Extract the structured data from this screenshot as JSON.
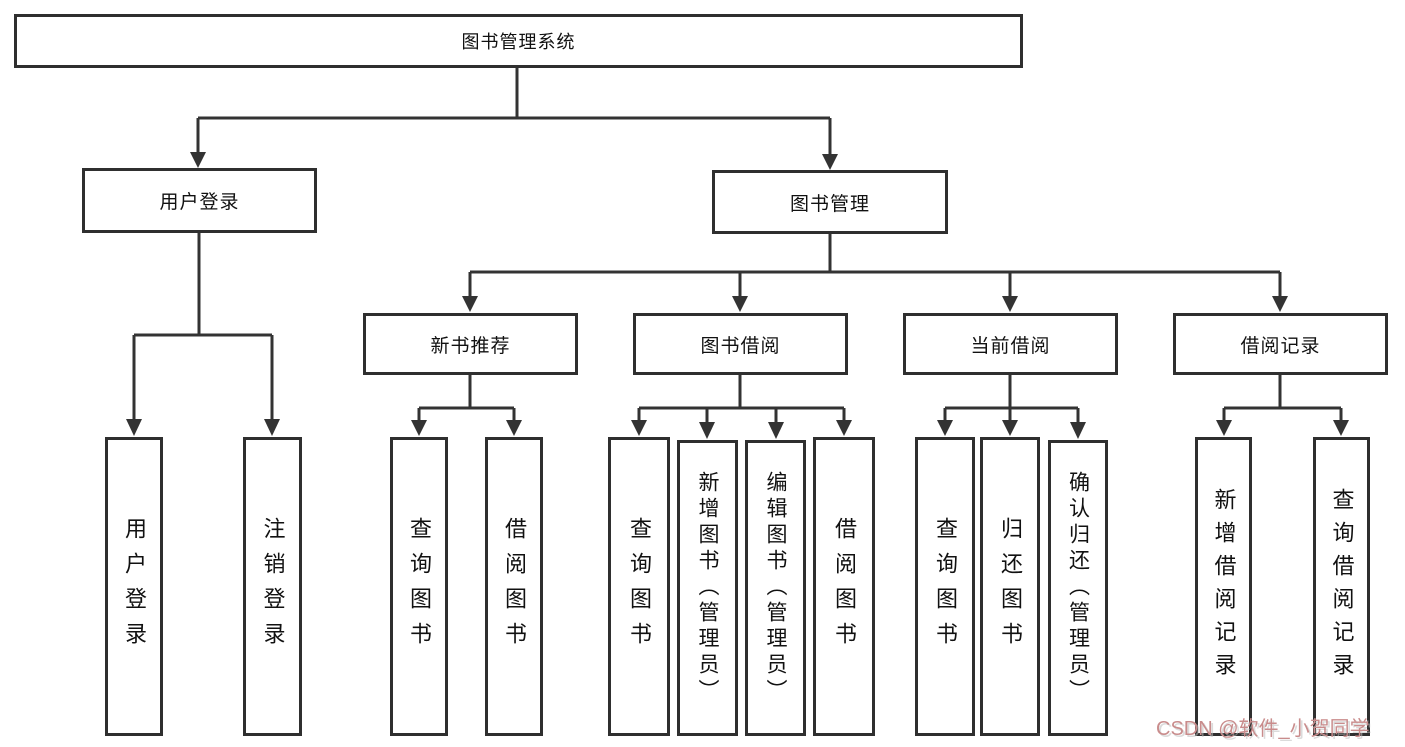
{
  "diagram": {
    "title": "图书管理系统",
    "branches": [
      {
        "label": "用户登录",
        "leaves": [
          "用户登录",
          "注销登录"
        ]
      },
      {
        "label": "图书管理",
        "children": [
          {
            "label": "新书推荐",
            "leaves": [
              "查询图书",
              "借阅图书"
            ]
          },
          {
            "label": "图书借阅",
            "leaves": [
              "查询图书",
              "新增图书（管理员）",
              "编辑图书（管理员）",
              "借阅图书"
            ]
          },
          {
            "label": "当前借阅",
            "leaves": [
              "查询图书",
              "归还图书",
              "确认归还（管理员）"
            ]
          },
          {
            "label": "借阅记录",
            "leaves": [
              "新增借阅记录",
              "查询借阅记录"
            ]
          }
        ]
      }
    ]
  },
  "watermark": {
    "text": "CSDN @软件_小贺同学"
  },
  "colors": {
    "line": "#333333",
    "box_border": "#2f2f2f",
    "text": "#111111",
    "background": "#ffffff",
    "watermark": "#c98c8c"
  }
}
